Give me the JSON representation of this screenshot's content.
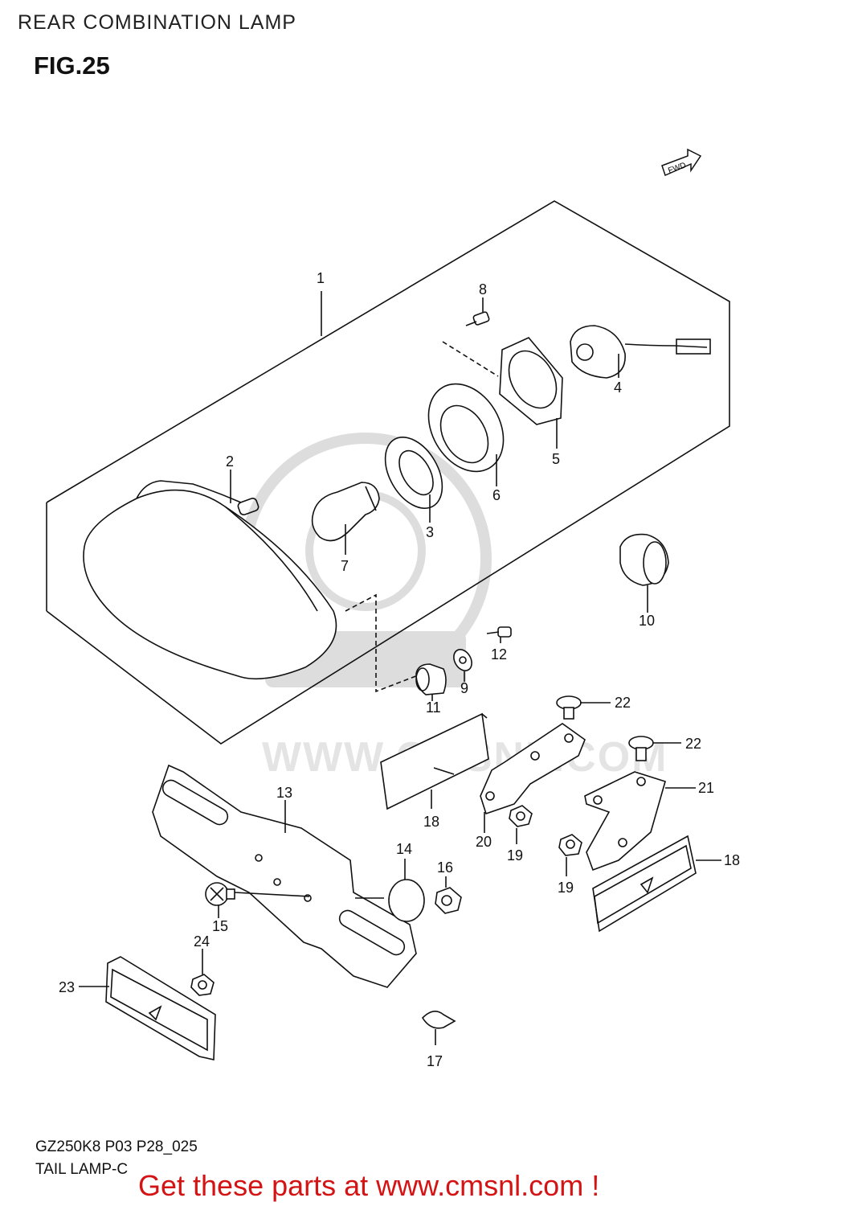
{
  "header": {
    "title": "REAR COMBINATION LAMP"
  },
  "figure": {
    "label": "FIG.25",
    "fwd_text": "FWD"
  },
  "watermark": {
    "text": "WWW.CMSNL.COM"
  },
  "callouts": [
    {
      "id": "1",
      "text": "1"
    },
    {
      "id": "2",
      "text": "2"
    },
    {
      "id": "3",
      "text": "3"
    },
    {
      "id": "4",
      "text": "4"
    },
    {
      "id": "5",
      "text": "5"
    },
    {
      "id": "6",
      "text": "6"
    },
    {
      "id": "7",
      "text": "7"
    },
    {
      "id": "8",
      "text": "8"
    },
    {
      "id": "9",
      "text": "9"
    },
    {
      "id": "10",
      "text": "10"
    },
    {
      "id": "11",
      "text": "11"
    },
    {
      "id": "12",
      "text": "12"
    },
    {
      "id": "13",
      "text": "13"
    },
    {
      "id": "14",
      "text": "14"
    },
    {
      "id": "15",
      "text": "15"
    },
    {
      "id": "16",
      "text": "16"
    },
    {
      "id": "17",
      "text": "17"
    },
    {
      "id": "18a",
      "text": "18"
    },
    {
      "id": "18b",
      "text": "18"
    },
    {
      "id": "19a",
      "text": "19"
    },
    {
      "id": "19b",
      "text": "19"
    },
    {
      "id": "20",
      "text": "20"
    },
    {
      "id": "21",
      "text": "21"
    },
    {
      "id": "22a",
      "text": "22"
    },
    {
      "id": "22b",
      "text": "22"
    },
    {
      "id": "23",
      "text": "23"
    },
    {
      "id": "24",
      "text": "24"
    }
  ],
  "footer": {
    "code": "GZ250K8 P03 P28_025",
    "name": "TAIL LAMP-C",
    "promo": "Get these parts at www.cmsnl.com !"
  },
  "colors": {
    "promo": "#d41414",
    "line": "#111111"
  }
}
